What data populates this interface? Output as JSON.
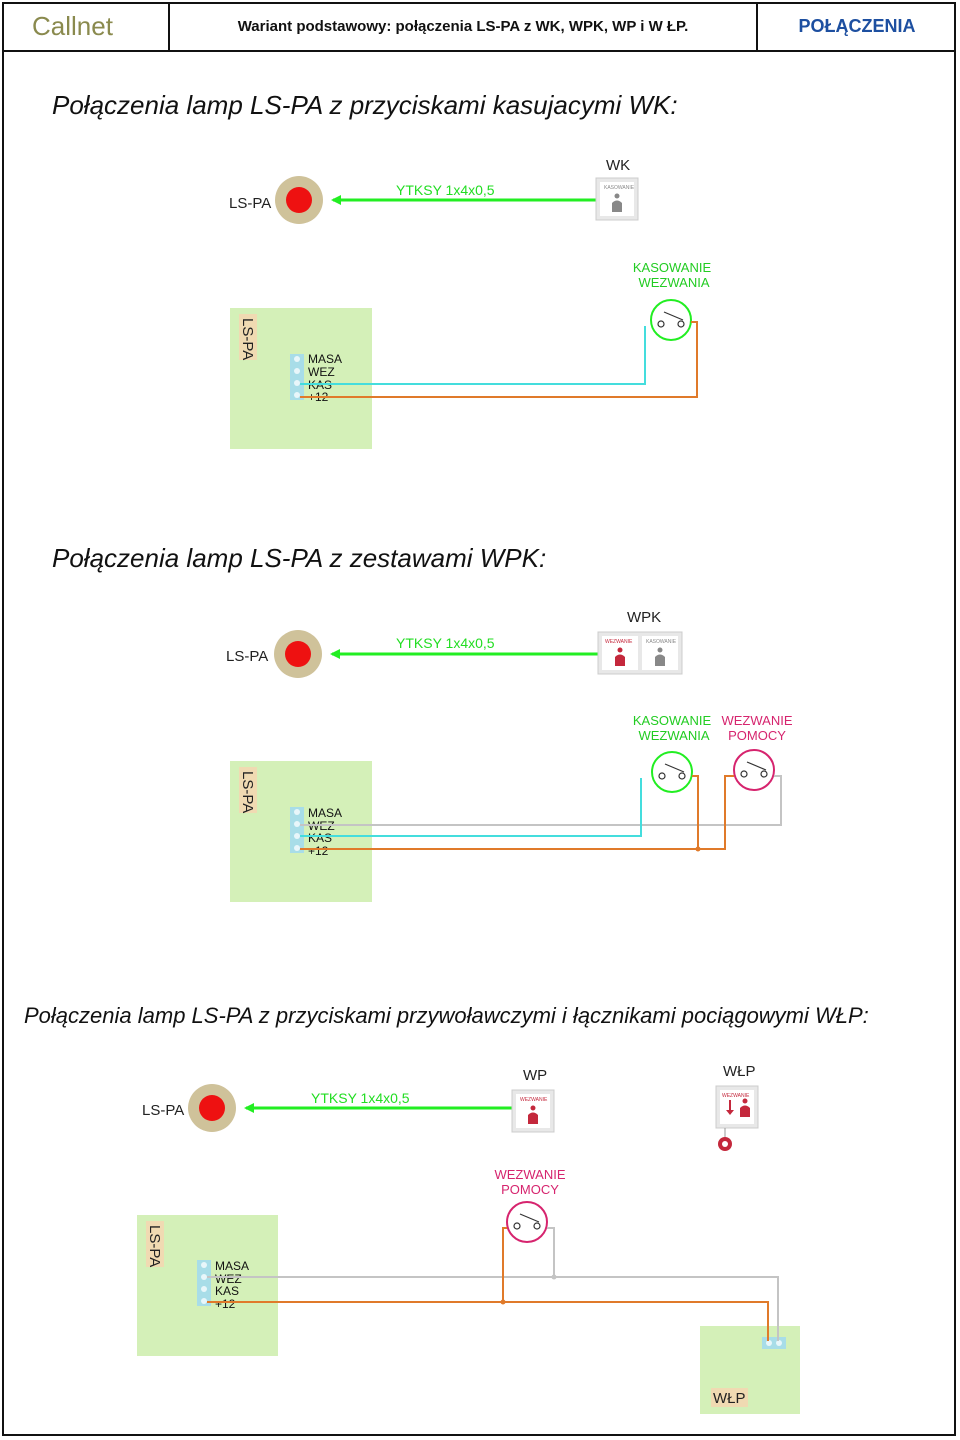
{
  "header": {
    "brand": "Callnet",
    "subtitle": "Wariant podstawowy: połączenia LS-PA z WK, WPK, WP i W ŁP.",
    "section": "POŁĄCZENIA"
  },
  "sections": [
    {
      "title": "Połączenia lamp LS-PA z przyciskami kasujacymi WK:",
      "lamp_label": "LS-PA",
      "cable_label": "YTKSY 1x4x0,5",
      "device_label": "WK",
      "device_panels": [
        "KASOWANIE"
      ],
      "switch_labels": [
        [
          "KASOWANIE",
          "WEZWANIA"
        ]
      ],
      "board_label": "LS-PA",
      "terminals": [
        "MASA",
        "WEZ",
        "KAS",
        "+12"
      ]
    },
    {
      "title": "Połączenia lamp LS-PA z zestawami WPK:",
      "lamp_label": "LS-PA",
      "cable_label": "YTKSY 1x4x0,5",
      "device_label": "WPK",
      "device_panels": [
        "WEZWANIE",
        "KASOWANIE"
      ],
      "switch_labels": [
        [
          "KASOWANIE",
          "WEZWANIA"
        ],
        [
          "WEZWANIE",
          "POMOCY"
        ]
      ],
      "board_label": "LS-PA",
      "terminals": [
        "MASA",
        "WEZ",
        "KAS",
        "+12"
      ]
    },
    {
      "title": "Połączenia lamp LS-PA z przyciskami przywoławczymi i łącznikami pociągowymi WŁP:",
      "lamp_label": "LS-PA",
      "cable_label": "YTKSY 1x4x0,5",
      "device_label": "WP",
      "device2_label": "WŁP",
      "device_panels": [
        "WEZWANIE"
      ],
      "device2_panels": [
        "WEZWANIE"
      ],
      "switch_labels": [
        [
          "WEZWANIE",
          "POMOCY"
        ]
      ],
      "board_label": "LS-PA",
      "board2_label": "WŁP",
      "terminals": [
        "MASA",
        "WEZ",
        "KAS",
        "+12"
      ]
    }
  ],
  "colors": {
    "green_wire": "#22ee22",
    "cyan_wire": "#44dddd",
    "orange_wire": "#e07a2a",
    "gray_wire": "#c4c4c4",
    "board_fill": "#d4f0b8",
    "lamp_ring": "#cfc29a",
    "lamp_core": "#ee1111",
    "pink": "#d6246e"
  }
}
